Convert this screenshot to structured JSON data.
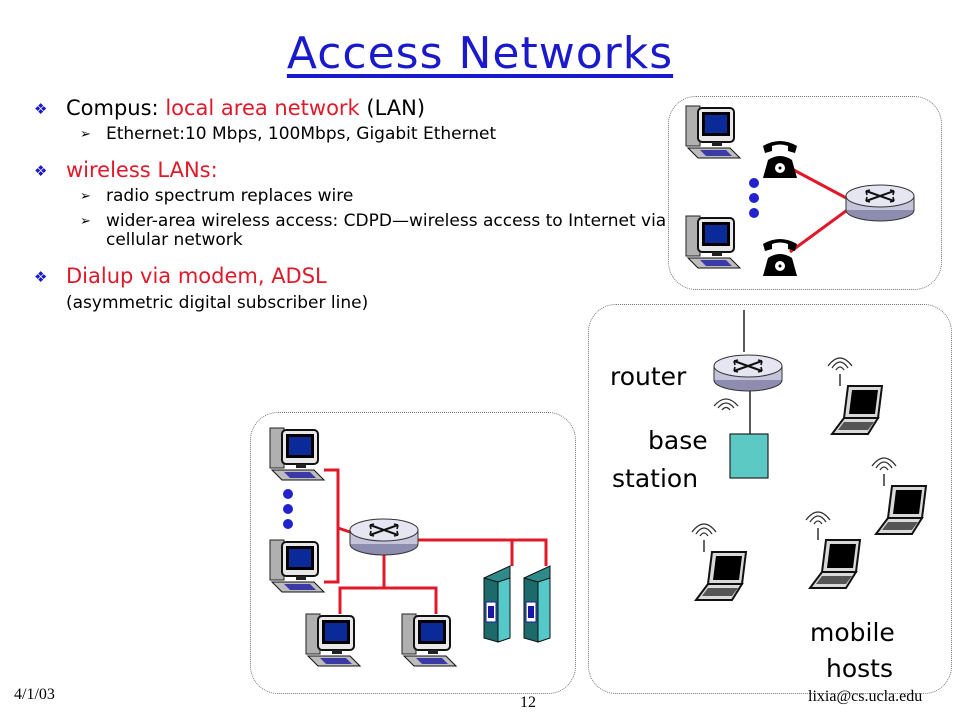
{
  "title": "Access Networks",
  "bullets": {
    "campus": {
      "prefix": "Compus: ",
      "highlight": "local area network",
      "suffix": " (LAN)",
      "sub": [
        "Ethernet:10 Mbps, 100Mbps, Gigabit Ethernet"
      ]
    },
    "wireless": {
      "label": "wireless LANs:",
      "sub1": "radio spectrum replaces wire",
      "sub2_a": "wider-area wireless access: CDPD",
      "sub2_sep": "—",
      "sub2_b": "wireless access to Internet via cellular network"
    },
    "dialup": {
      "label": "Dialup via modem, ADSL",
      "note": "(asymmetric digital subscriber line)"
    }
  },
  "diagram_labels": {
    "router": "router",
    "base": "base",
    "station": "station",
    "mobile": "mobile",
    "hosts": "hosts"
  },
  "icons": {
    "bullet": "diamond-bullet-icon",
    "sub_bullet": "arrowhead-bullet-icon",
    "router": "router-icon",
    "computer": "desktop-computer-icon",
    "phone": "telephone-icon",
    "laptop": "laptop-icon",
    "server": "server-icon",
    "base_station": "base-station-icon"
  },
  "colors": {
    "title": "#1a1acc",
    "highlight": "#e0192a",
    "links": "#e0192a",
    "dots": "#2222cc",
    "base_station": "#5cc9c4",
    "server": "#55c9c9"
  },
  "footer": {
    "date": "4/1/03",
    "page": "12",
    "email": "lixia@cs.ucla.edu"
  }
}
